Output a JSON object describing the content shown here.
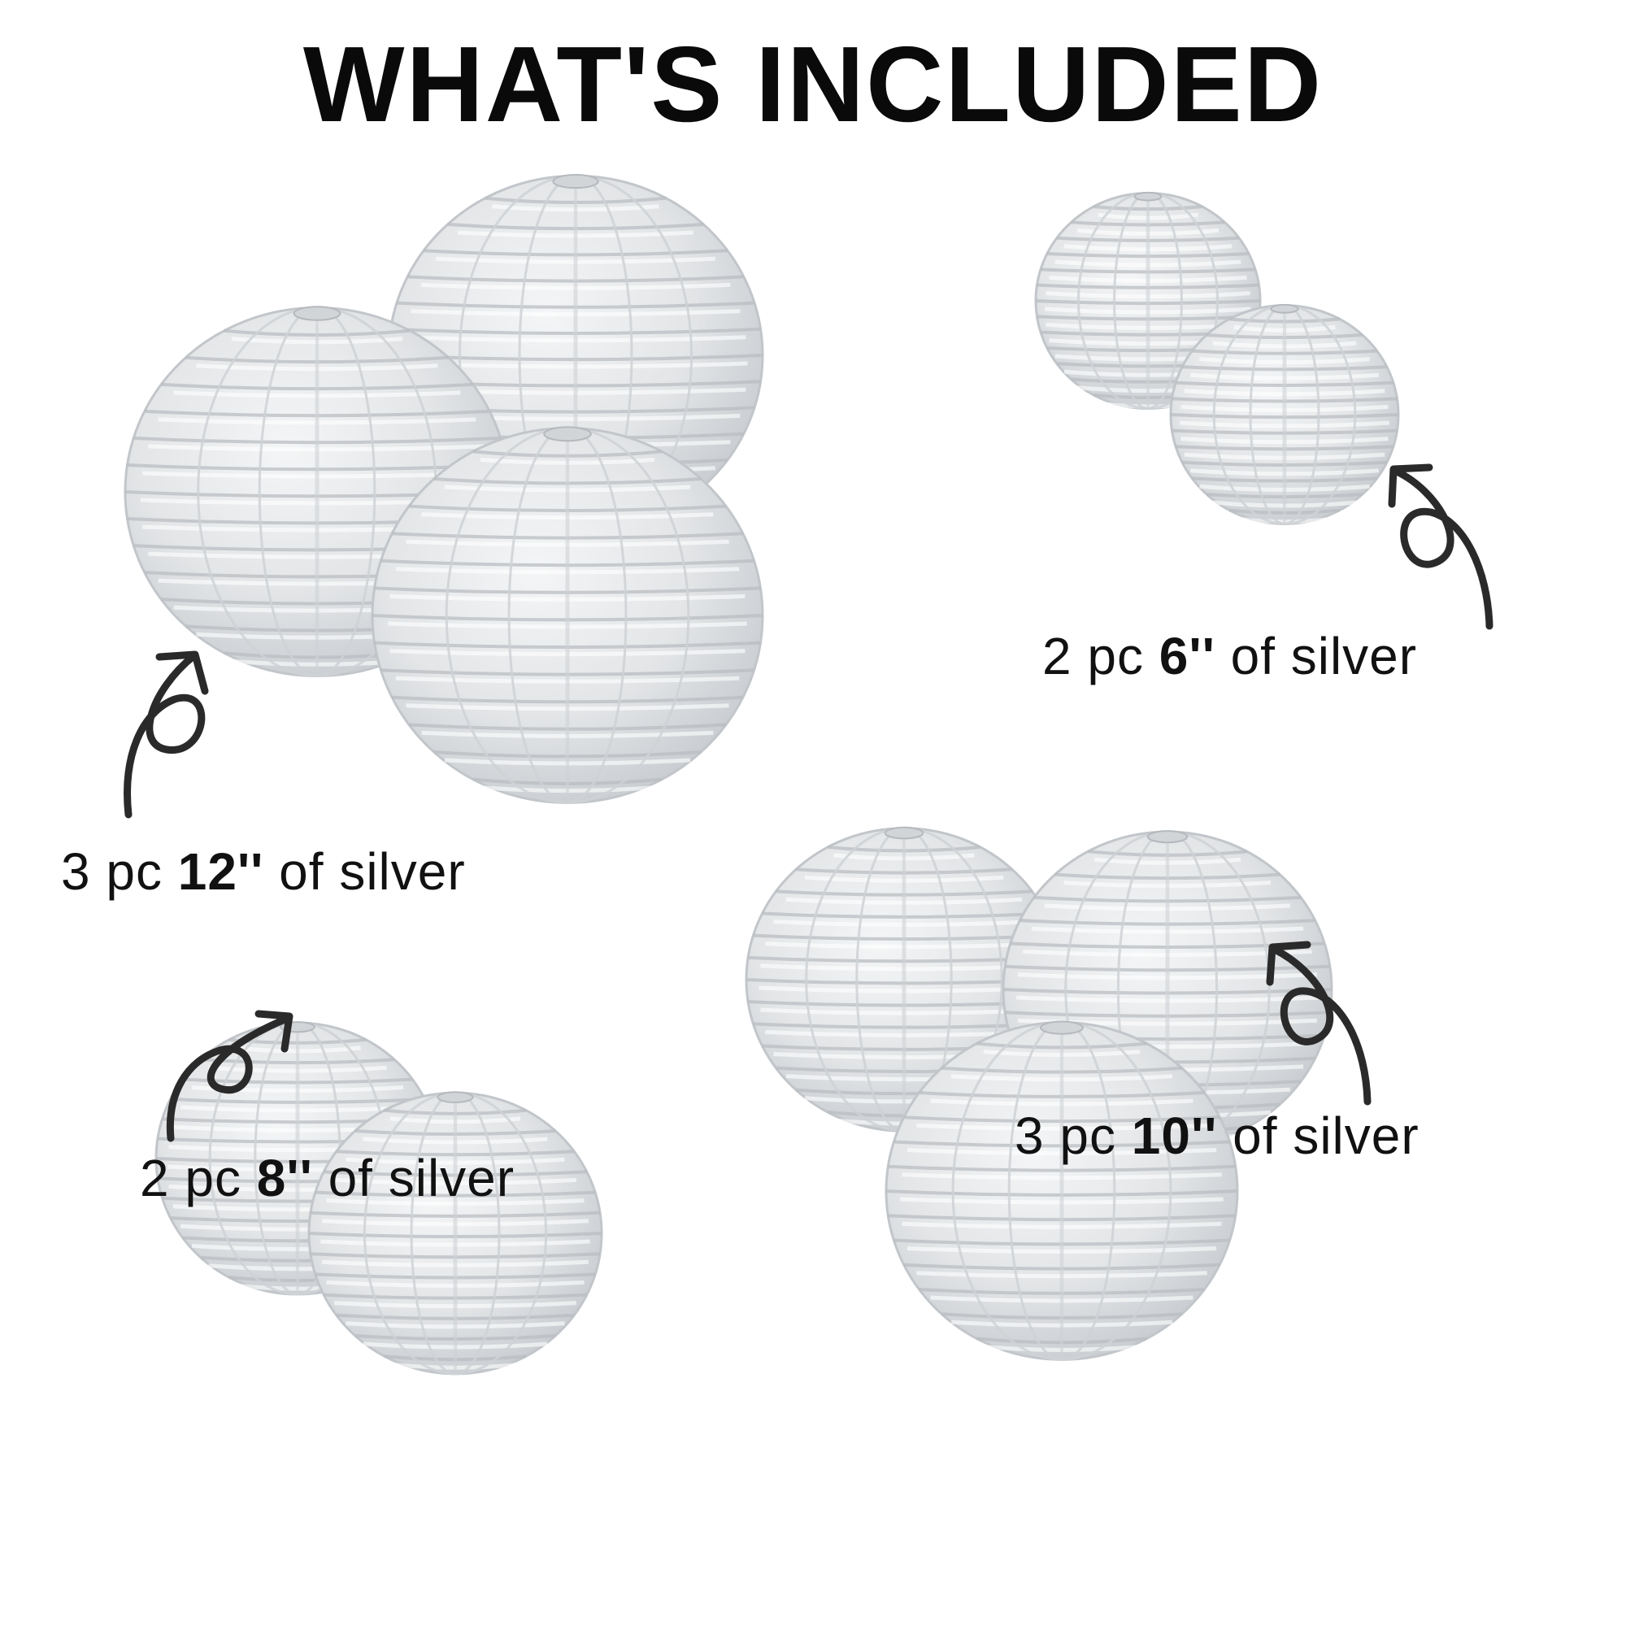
{
  "title": "WHAT'S INCLUDED",
  "groups": [
    {
      "id": "12in",
      "qty": "3 pc",
      "size": "12''",
      "suffix": "of silver"
    },
    {
      "id": "6in",
      "qty": "2 pc",
      "size": "6''",
      "suffix": "of silver"
    },
    {
      "id": "10in",
      "qty": "3 pc",
      "size": "10''",
      "suffix": "of silver"
    },
    {
      "id": "8in",
      "qty": "2 pc",
      "size": "8''",
      "suffix": "of silver"
    }
  ],
  "colors": {
    "lantern": "#e6e8ea",
    "rib": "#b9bdc2",
    "arrow": "#2a2a2a",
    "text": "#111111"
  },
  "icons": {
    "arrow": "curly-arrow-icon",
    "lantern": "paper-lantern-icon"
  }
}
